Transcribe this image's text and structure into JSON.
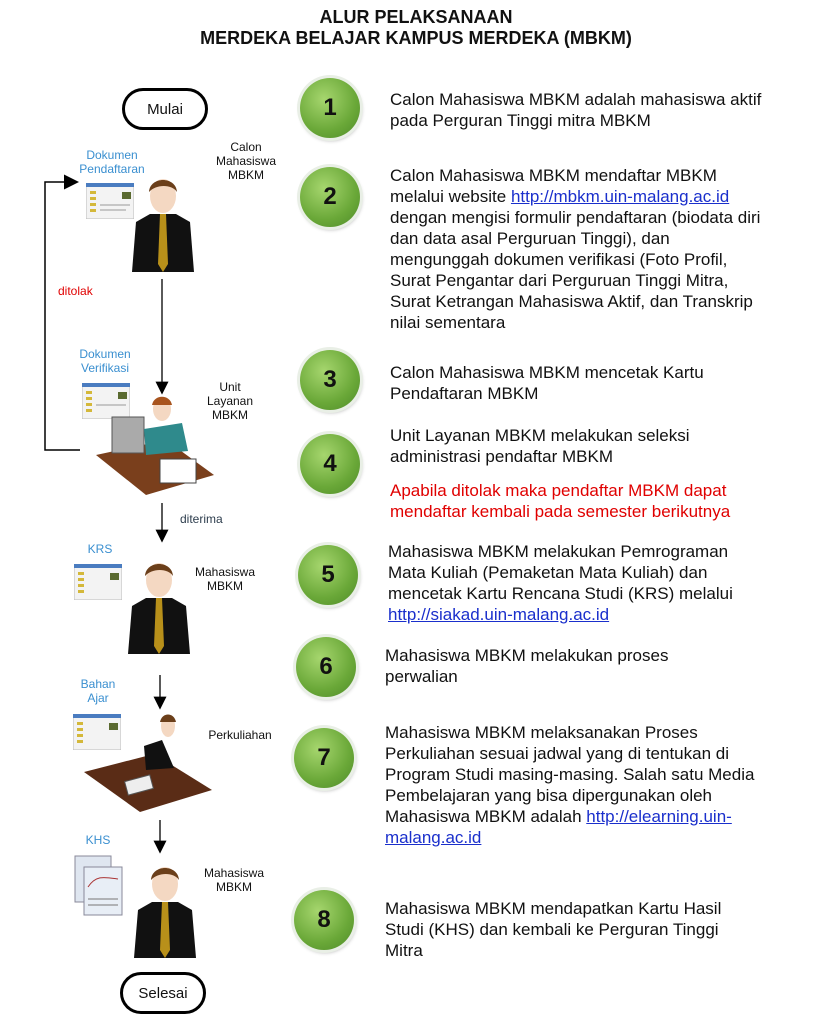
{
  "title": {
    "line1": "ALUR PELAKSANAAN",
    "line2": "MERDEKA BELAJAR KAMPUS MERDEKA (MBKM)"
  },
  "flow": {
    "start": "Mulai",
    "end": "Selesai",
    "doc_registration": "Dokumen Pendaftaran",
    "doc_verification": "Dokumen Verifikasi",
    "krs": "KRS",
    "teaching_material": "Bahan Ajar",
    "khs": "KHS",
    "actor_candidate": "Calon Mahasiswa MBKM",
    "actor_unit": "Unit Layanan MBKM",
    "actor_student1": "Mahasiswa MBKM",
    "actor_lecture": "Perkuliahan",
    "actor_student2": "Mahasiswa MBKM",
    "rejected": "ditolak",
    "accepted": "diterima"
  },
  "steps": [
    {
      "num": "1",
      "text": "Calon Mahasiswa MBKM adalah mahasiswa aktif pada Perguran Tinggi mitra MBKM"
    },
    {
      "num": "2",
      "pre": "Calon Mahasiswa MBKM mendaftar MBKM melalui website ",
      "link": "http://mbkm.uin-malang.ac.id",
      "post": " dengan mengisi formulir pendaftaran (biodata diri dan data asal Perguruan Tinggi), dan mengunggah dokumen verifikasi (Foto Profil, Surat Pengantar dari Perguruan Tinggi Mitra, Surat Ketrangan Mahasiswa Aktif, dan Transkrip nilai sementara"
    },
    {
      "num": "3",
      "text": "Calon Mahasiswa MBKM mencetak Kartu Pendaftaran MBKM"
    },
    {
      "num": "4",
      "text": "Unit Layanan MBKM melakukan seleksi administrasi pendaftar MBKM",
      "note": "Apabila ditolak maka pendaftar MBKM dapat mendaftar kembali pada semester berikutnya"
    },
    {
      "num": "5",
      "pre": "Mahasiswa MBKM melakukan Pemrograman Mata Kuliah (Pemaketan Mata Kuliah) dan mencetak Kartu Rencana Studi (KRS) melalui ",
      "link": "http://siakad.uin-malang.ac.id"
    },
    {
      "num": "6",
      "text": "Mahasiswa MBKM melakukan proses perwalian"
    },
    {
      "num": "7",
      "pre": "Mahasiswa MBKM melaksanakan Proses Perkuliahan sesuai jadwal yang di tentukan di Program Studi masing-masing. Salah satu Media Pembelajaran yang bisa dipergunakan oleh Mahasiswa MBKM adalah ",
      "link": "http://elearning.uin-malang.ac.id"
    },
    {
      "num": "8",
      "text": "Mahasiswa MBKM mendapatkan Kartu Hasil Studi (KHS) dan kembali ke Perguran Tinggi Mitra"
    }
  ]
}
